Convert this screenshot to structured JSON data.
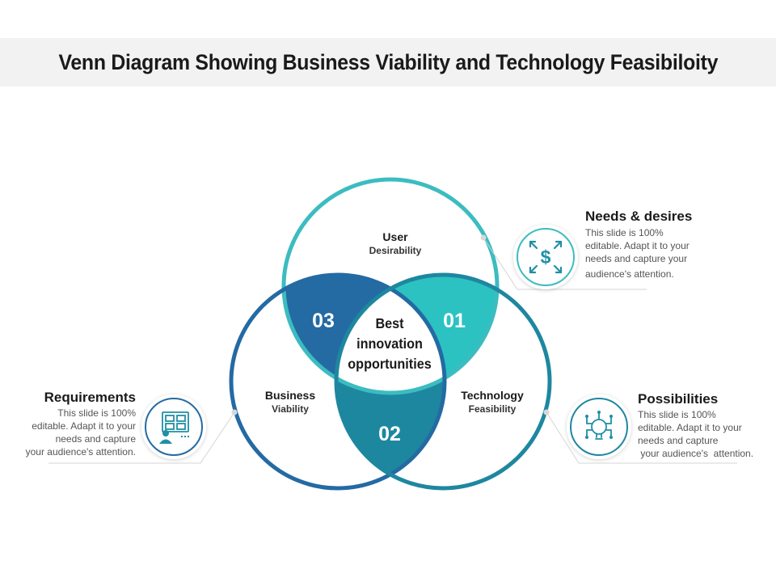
{
  "title": "Venn Diagram Showing Business Viability and Technology Feasibiloity",
  "venn": {
    "top_circle": {
      "title": "User",
      "subtitle": "Desirability"
    },
    "left_circle": {
      "title": "Business",
      "subtitle": "Viability"
    },
    "right_circle": {
      "title": "Technology",
      "subtitle": "Feasibility"
    },
    "overlap_top_left": "03",
    "overlap_top_right": "01",
    "overlap_bottom": "02",
    "center_lines": [
      "Best",
      "innovation",
      "opportunities"
    ]
  },
  "callouts": {
    "needs": {
      "heading": "Needs & desires",
      "body_lines": [
        "This slide is 100%",
        "editable.  Adapt it to your",
        "needs and capture your",
        "audience's attention."
      ],
      "icon": "dollar-arrows-icon"
    },
    "requirements": {
      "heading": "Requirements",
      "body_lines": [
        "This slide is 100%",
        "editable.  Adapt it to your",
        "needs and capture",
        "your audience's  attention."
      ],
      "icon": "presentation-board-icon"
    },
    "possibilities": {
      "heading": "Possibilities",
      "body_lines": [
        "This slide is 100%",
        "editable.  Adapt it to your",
        "needs and capture",
        " your audience's  attention."
      ],
      "icon": "circuit-bulb-icon"
    }
  },
  "colors": {
    "top_ring": "#3cbcc0",
    "left_ring": "#246aa3",
    "right_ring": "#1e87a0",
    "overlap_top_left": "#246aa3",
    "overlap_top_right": "#2cc2c2",
    "overlap_bottom": "#1e87a0",
    "icon": "#1f8fa6"
  }
}
